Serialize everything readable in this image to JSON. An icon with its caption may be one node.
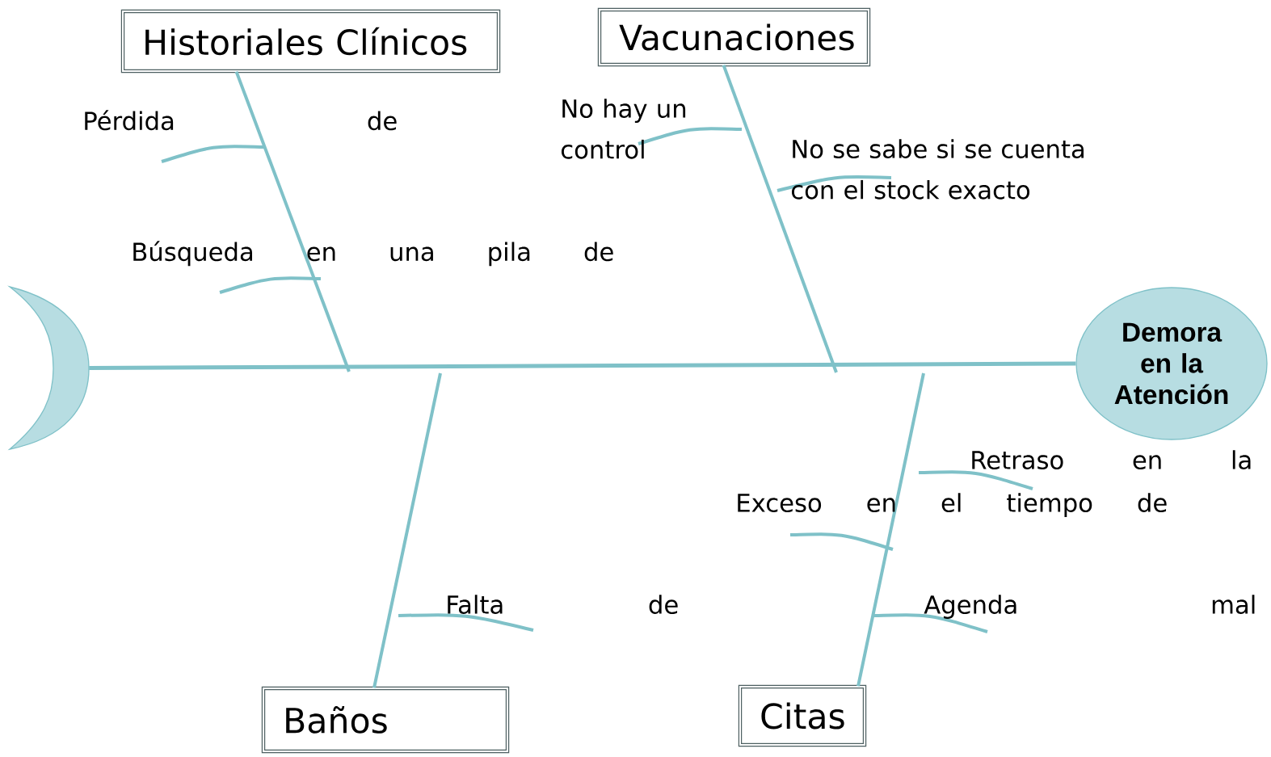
{
  "diagram": {
    "nodes": [
      {
        "text": [
          "Historiales Clínicos"
        ]
      },
      {
        "text": [
          "Vacunaciones"
        ]
      },
      {
        "text": [
          "Baños"
        ]
      },
      {
        "text": [
          "Citas"
        ]
      },
      {
        "text": [
          "Demora en la Atención"
        ]
      },
      {
        "text": [],
        "shape": "crescent"
      }
    ],
    "edges": [
      {
        "from": 5,
        "to": 4,
        "arrow": "none"
      },
      {
        "from": 0,
        "to": null,
        "arrow": "none"
      },
      {
        "from": 1,
        "to": null,
        "arrow": "none"
      },
      {
        "from": 2,
        "to": null,
        "arrow": "none"
      },
      {
        "from": 3,
        "to": null,
        "arrow": "none"
      }
    ],
    "labels": [
      "Pérdida de",
      "No hay un control",
      "No se sabe si se cuenta con el stock exacto",
      "Búsqueda en una pila de",
      "Retraso en la",
      "Exceso en el tiempo de",
      "Falta de",
      "Agenda mal"
    ]
  }
}
